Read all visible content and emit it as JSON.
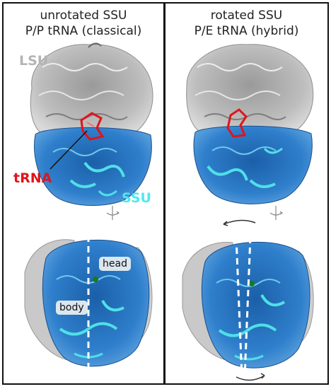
{
  "panels": {
    "left": {
      "title_line1": "unrotated SSU",
      "title_line2": "P/P tRNA (classical)"
    },
    "right": {
      "title_line1": "rotated SSU",
      "title_line2": "P/E tRNA (hybrid)"
    }
  },
  "labels": {
    "lsu": "LSU",
    "trna": "tRNA",
    "ssu": "SSU",
    "head": "head",
    "body": "body"
  },
  "colors": {
    "lsu": "#a8a8a8",
    "ssu_dark": "#1f6fc0",
    "ssu_light": "#4fe0e6",
    "trna": "#e0141a",
    "frame": "#111111"
  },
  "icons": [
    "rotation-arrow-icon",
    "rotation-arrow-icon",
    "curved-arrow-icon"
  ]
}
